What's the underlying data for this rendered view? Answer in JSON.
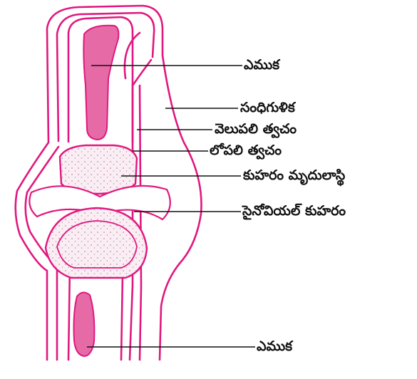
{
  "labels": {
    "bone_top": "ఎముక",
    "joint_capsule": "సంధిగుళిక",
    "outer_membrane": "వెలుపలి త్వచం",
    "inner_membrane": "లోపలి త్వచం",
    "cartilage": "కుహరం మృదులాస్థి",
    "synovial_cavity": "సైనోవియల్ కుహరం",
    "bone_bottom": "ఎముక"
  },
  "colors": {
    "outline": "#e0187f",
    "bone_fill": "#e56aa6",
    "cartilage_fill": "#f7e6ef",
    "leader": "#111111"
  }
}
